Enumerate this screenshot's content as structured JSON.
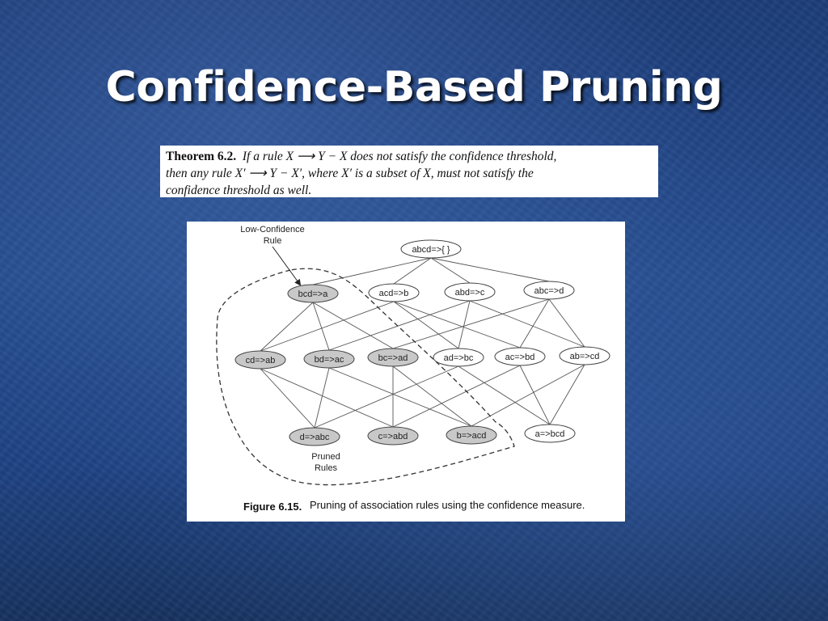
{
  "slide": {
    "title": "Confidence-Based Pruning"
  },
  "theorem": {
    "label": "Theorem 6.2.",
    "line1": "If a rule X ⟶ Y − X does not satisfy the confidence threshold,",
    "line2": "then any rule X′ ⟶ Y − X′, where X′ is a subset of X, must not satisfy the",
    "line3": "confidence threshold as well."
  },
  "figure": {
    "annotation_low": [
      "Low-Confidence",
      "Rule"
    ],
    "annotation_pruned": [
      "Pruned",
      "Rules"
    ],
    "caption_label": "Figure 6.15.",
    "caption_text": "Pruning of association rules using the confidence measure.",
    "colors": {
      "pruned_fill": "#c8c8c8",
      "normal_fill": "#ffffff",
      "edge": "#555555"
    },
    "nodes": [
      {
        "id": "abcd",
        "label": "abcd=>{ }",
        "level": 0,
        "pruned": false
      },
      {
        "id": "bcd_a",
        "label": "bcd=>a",
        "level": 1,
        "pruned": true
      },
      {
        "id": "acd_b",
        "label": "acd=>b",
        "level": 1,
        "pruned": false
      },
      {
        "id": "abd_c",
        "label": "abd=>c",
        "level": 1,
        "pruned": false
      },
      {
        "id": "abc_d",
        "label": "abc=>d",
        "level": 1,
        "pruned": false
      },
      {
        "id": "cd_ab",
        "label": "cd=>ab",
        "level": 2,
        "pruned": true
      },
      {
        "id": "bd_ac",
        "label": "bd=>ac",
        "level": 2,
        "pruned": true
      },
      {
        "id": "bc_ad",
        "label": "bc=>ad",
        "level": 2,
        "pruned": true
      },
      {
        "id": "ad_bc",
        "label": "ad=>bc",
        "level": 2,
        "pruned": false
      },
      {
        "id": "ac_bd",
        "label": "ac=>bd",
        "level": 2,
        "pruned": false
      },
      {
        "id": "ab_cd",
        "label": "ab=>cd",
        "level": 2,
        "pruned": false
      },
      {
        "id": "d_abc",
        "label": "d=>abc",
        "level": 3,
        "pruned": true
      },
      {
        "id": "c_abd",
        "label": "c=>abd",
        "level": 3,
        "pruned": true
      },
      {
        "id": "b_acd",
        "label": "b=>acd",
        "level": 3,
        "pruned": true
      },
      {
        "id": "a_bcd",
        "label": "a=>bcd",
        "level": 3,
        "pruned": false
      }
    ],
    "edges": [
      [
        "abcd",
        "bcd_a"
      ],
      [
        "abcd",
        "acd_b"
      ],
      [
        "abcd",
        "abd_c"
      ],
      [
        "abcd",
        "abc_d"
      ],
      [
        "bcd_a",
        "cd_ab"
      ],
      [
        "bcd_a",
        "bd_ac"
      ],
      [
        "bcd_a",
        "bc_ad"
      ],
      [
        "acd_b",
        "cd_ab"
      ],
      [
        "acd_b",
        "ad_bc"
      ],
      [
        "acd_b",
        "ac_bd"
      ],
      [
        "abd_c",
        "bd_ac"
      ],
      [
        "abd_c",
        "ad_bc"
      ],
      [
        "abd_c",
        "ab_cd"
      ],
      [
        "abc_d",
        "bc_ad"
      ],
      [
        "abc_d",
        "ac_bd"
      ],
      [
        "abc_d",
        "ab_cd"
      ],
      [
        "cd_ab",
        "d_abc"
      ],
      [
        "cd_ab",
        "c_abd"
      ],
      [
        "bd_ac",
        "d_abc"
      ],
      [
        "bd_ac",
        "b_acd"
      ],
      [
        "bc_ad",
        "c_abd"
      ],
      [
        "bc_ad",
        "b_acd"
      ],
      [
        "ad_bc",
        "d_abc"
      ],
      [
        "ad_bc",
        "a_bcd"
      ],
      [
        "ac_bd",
        "c_abd"
      ],
      [
        "ac_bd",
        "a_bcd"
      ],
      [
        "ab_cd",
        "b_acd"
      ],
      [
        "ab_cd",
        "a_bcd"
      ]
    ]
  }
}
